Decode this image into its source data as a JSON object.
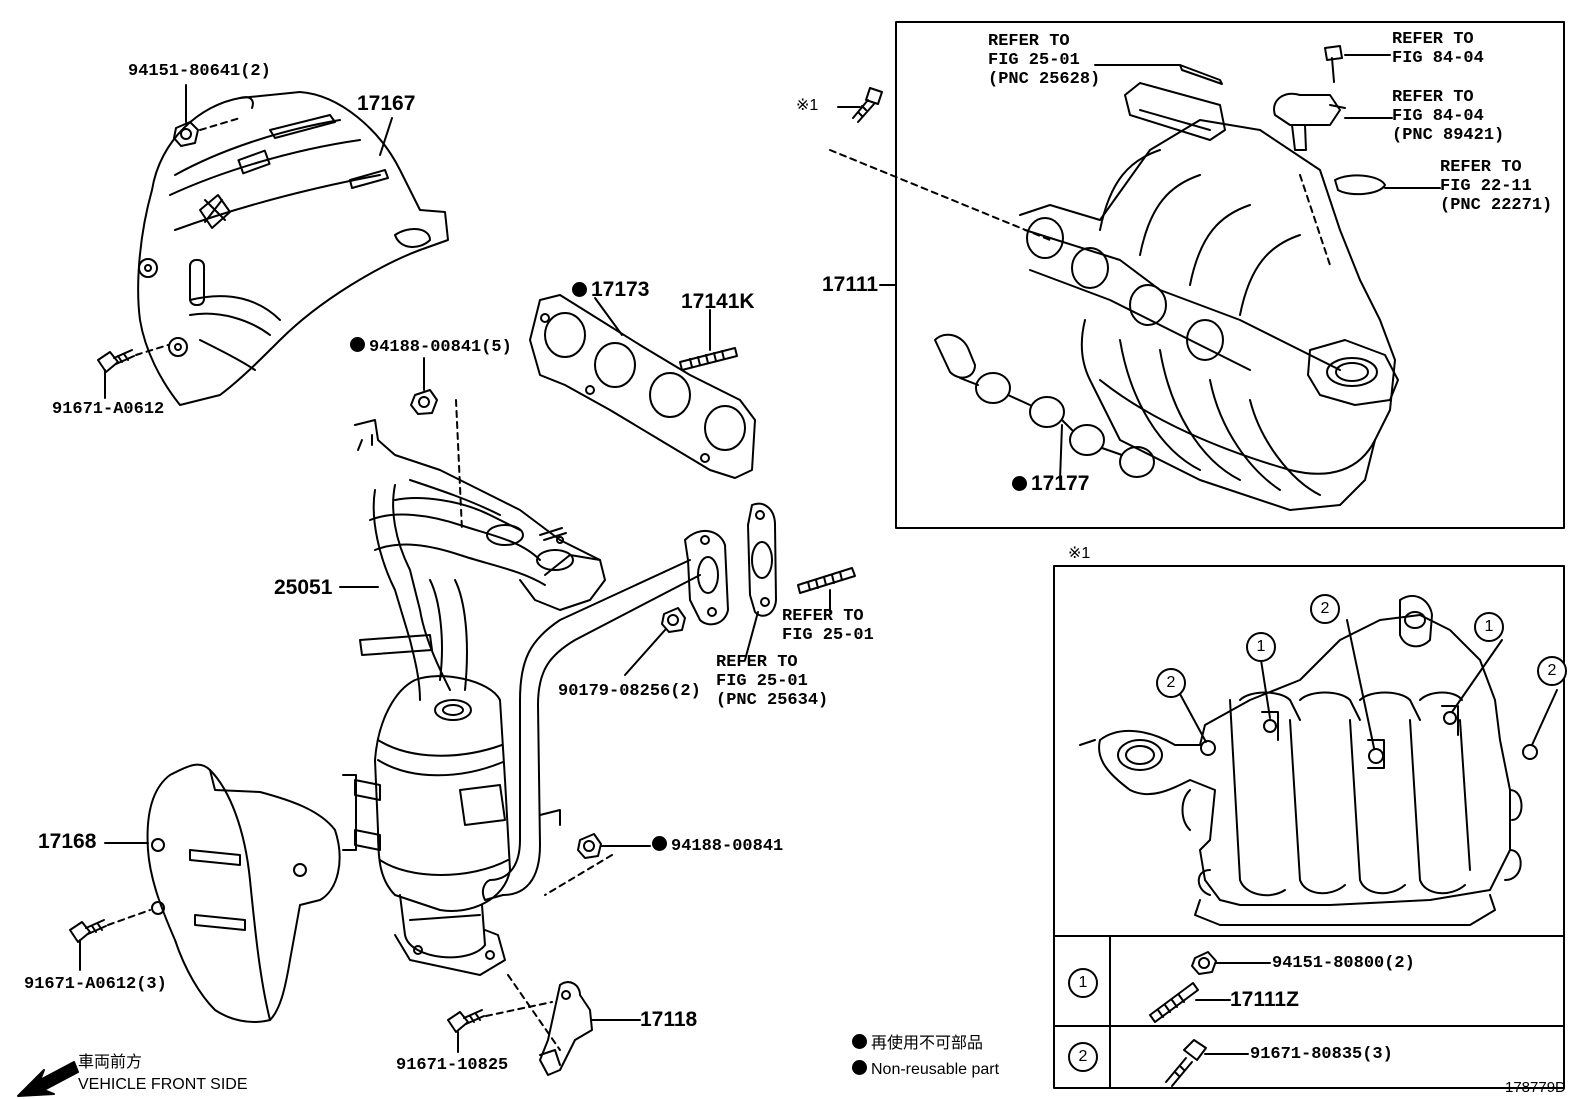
{
  "diagram_id": "178779D",
  "parts": {
    "p94151_80641": "94151-80641(2)",
    "p17167": "17167",
    "p91671_A0612": "91671-A0612",
    "p94188_00841_5": "94188-00841(5)",
    "p17173": "17173",
    "p17141K": "17141K",
    "p25051": "25051",
    "p90179_08256": "90179-08256(2)",
    "p17168": "17168",
    "p94188_00841": "94188-00841",
    "p91671_A0612_3": "91671-A0612(3)",
    "p91671_10825": "91671-10825",
    "p17118": "17118",
    "p17111": "17111",
    "p17177": "17177",
    "p94151_80800": "94151-80800(2)",
    "p17111Z": "17111Z",
    "p91671_80835": "91671-80835(3)"
  },
  "refs": {
    "r1_line1": "REFER TO",
    "r1_line2": "FIG 25-01",
    "r1_line3": "(PNC 25628)",
    "r2_line1": "REFER TO",
    "r2_line2": "FIG 84-04",
    "r3_line1": "REFER TO",
    "r3_line2": "FIG 84-04",
    "r3_line3": "(PNC 89421)",
    "r4_line1": "REFER TO",
    "r4_line2": "FIG 22-11",
    "r4_line3": "(PNC 22271)",
    "r5_line1": "REFER TO",
    "r5_line2": "FIG 25-01",
    "r6_line1": "REFER TO",
    "r6_line2": "FIG 25-01",
    "r6_line3": "(PNC 25634)"
  },
  "markers": {
    "note_mark": "※1",
    "detail_mark": "※1",
    "c1": "1",
    "c2": "2"
  },
  "legend": {
    "non_reusable_jp": "再使用不可部品",
    "non_reusable_en": "Non-reusable part",
    "front_jp": "車両前方",
    "front_en": "VEHICLE FRONT SIDE"
  }
}
